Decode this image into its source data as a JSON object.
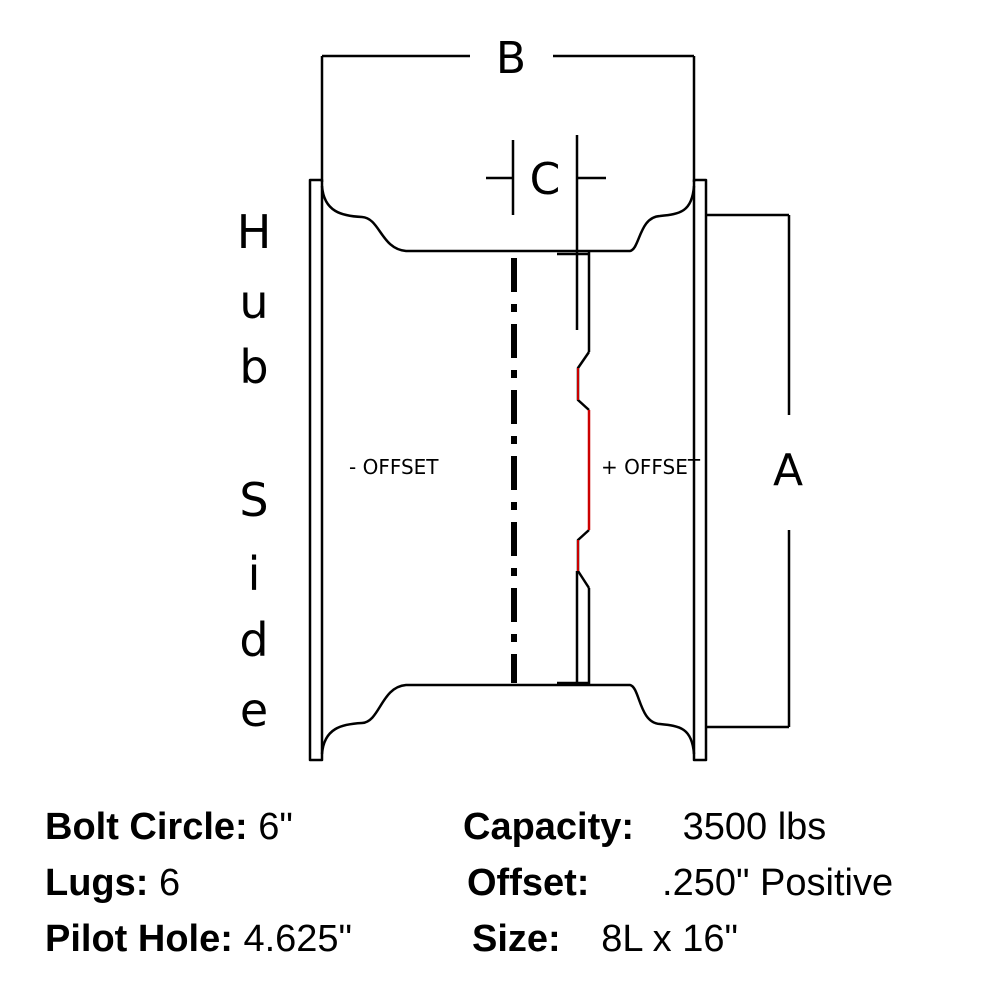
{
  "diagram": {
    "dimension_labels": {
      "a": "A",
      "b": "B",
      "c": "C"
    },
    "hub_side_letters": [
      "H",
      "u",
      "b",
      "S",
      "i",
      "d",
      "e"
    ],
    "negative_offset_label": "- OFFSET",
    "positive_offset_label": "+ OFFSET",
    "colors": {
      "line": "#000000",
      "mounting_face": "#cc0000",
      "background": "#ffffff"
    }
  },
  "specs": {
    "bolt_circle": {
      "label": "Bolt Circle:",
      "value": "6\""
    },
    "lugs": {
      "label": "Lugs:",
      "value": "6"
    },
    "pilot_hole": {
      "label": "Pilot Hole:",
      "value": "4.625\""
    },
    "capacity": {
      "label": "Capacity:",
      "value": "3500 lbs"
    },
    "offset": {
      "label": "Offset:",
      "value": ".250\" Positive"
    },
    "size": {
      "label": "Size:",
      "value": "8L x 16\""
    }
  }
}
